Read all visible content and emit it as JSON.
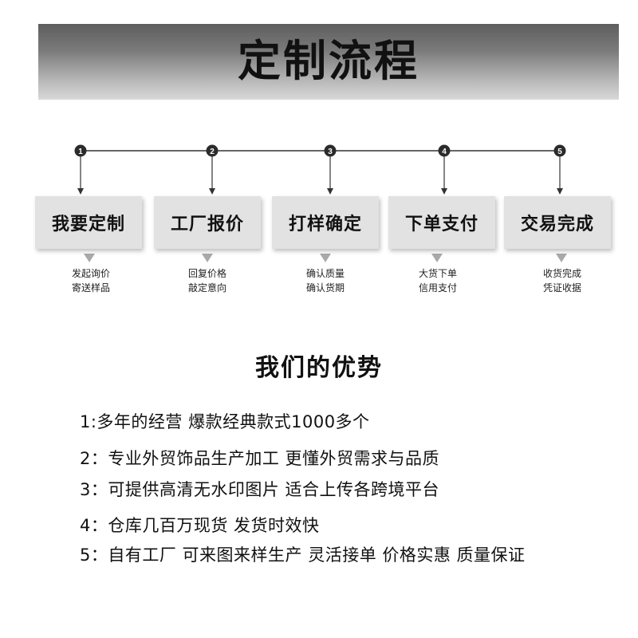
{
  "header": {
    "title": "定制流程"
  },
  "flow": {
    "steps": [
      {
        "number": "1",
        "label": "我要定制",
        "desc": [
          "发起询价",
          "寄送样品"
        ]
      },
      {
        "number": "2",
        "label": "工厂报价",
        "desc": [
          "回复价格",
          "敲定意向"
        ]
      },
      {
        "number": "3",
        "label": "打样确定",
        "desc": [
          "确认质量",
          "确认货期"
        ]
      },
      {
        "number": "4",
        "label": "下单支付",
        "desc": [
          "大货下单",
          "信用支付"
        ]
      },
      {
        "number": "5",
        "label": "交易完成",
        "desc": [
          "收货完成",
          "凭证收据"
        ]
      }
    ]
  },
  "advantages": {
    "title": "我们的优势",
    "items": [
      "1:多年的经营 爆款经典款式1000多个",
      "2：专业外贸饰品生产加工 更懂外贸需求与品质",
      "3：可提供高清无水印图片 适合上传各跨境平台",
      "4：仓库几百万现货 发货时效快",
      "5：自有工厂 可来图来样生产 灵活接单 价格实惠 质量保证"
    ]
  }
}
